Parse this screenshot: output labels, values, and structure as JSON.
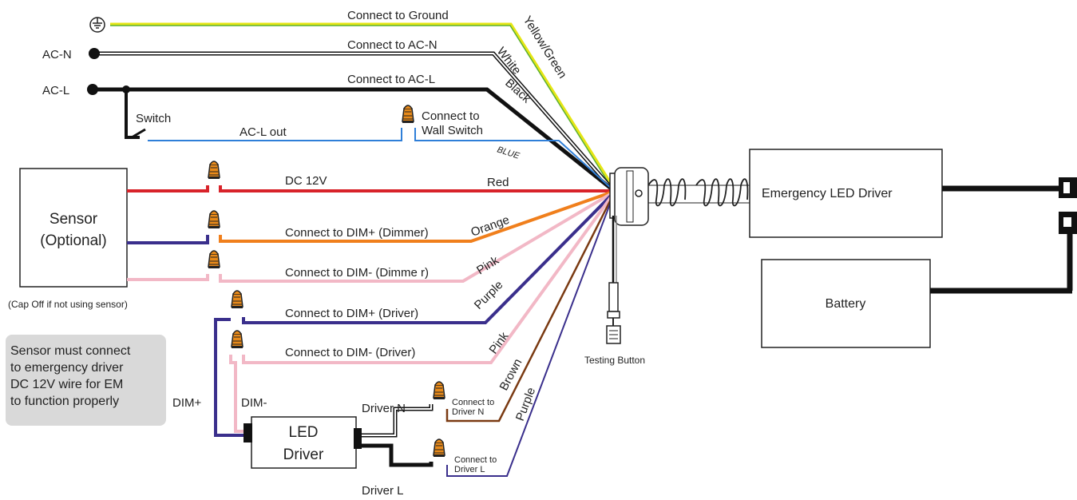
{
  "wires": {
    "ground_label": "Connect to Ground",
    "acn_label": "Connect to AC-N",
    "acl_label": "Connect to AC-L",
    "acl_out_label": "AC-L out",
    "wall_switch_label_1": "Connect to",
    "wall_switch_label_2": "Wall Switch",
    "dc12v_label": "DC 12V",
    "dim_plus_dimmer_label": "Connect to DIM+ (Dimmer)",
    "dim_minus_dimmer_label": "Connect to DIM- (Dimme r)",
    "dim_plus_driver_label": "Connect to DIM+ (Driver)",
    "dim_minus_driver_label": "Connect to DIM- (Driver)",
    "driver_n_label": "Driver N",
    "driver_l_label": "Driver L",
    "connect_driver_n_1": "Connect to",
    "connect_driver_n_2": "Driver N",
    "connect_driver_l_1": "Connect to",
    "connect_driver_l_2": "Driver L",
    "dim_plus_side": "DIM+",
    "dim_minus_side": "DIM-"
  },
  "wire_colors": {
    "yellow_green": "Yellow/Green",
    "white": "White",
    "black": "Black",
    "blue": "BLUE",
    "red": "Red",
    "orange": "Orange",
    "pink": "Pink",
    "purple": "Purple",
    "pink2": "Pink",
    "brown": "Brown",
    "purple2": "Purple"
  },
  "terminals": {
    "acn": "AC-N",
    "acl": "AC-L",
    "switch": "Switch"
  },
  "sensor": {
    "line1": "Sensor",
    "line2": "(Optional)",
    "cap_note": "(Cap Off if not using sensor)"
  },
  "led_driver": {
    "line1": "LED",
    "line2": "Driver"
  },
  "emergency_driver": "Emergency LED Driver",
  "battery": "Battery",
  "testing_button": "Testing Button",
  "note": {
    "lines": [
      "Sensor must connect",
      "to emergency driver",
      "DC 12V wire for EM",
      "to function properly"
    ]
  },
  "colors": {
    "black": "#111111",
    "blue": "#2f7fd8",
    "red": "#d8232a",
    "orange": "#f07f1c",
    "pink": "#f2b8c6",
    "purple": "#3a2f8c",
    "brown": "#7a3a12",
    "green": "#5bb030",
    "yellow": "#e6e615",
    "nut_orange": "#e88a1a"
  }
}
